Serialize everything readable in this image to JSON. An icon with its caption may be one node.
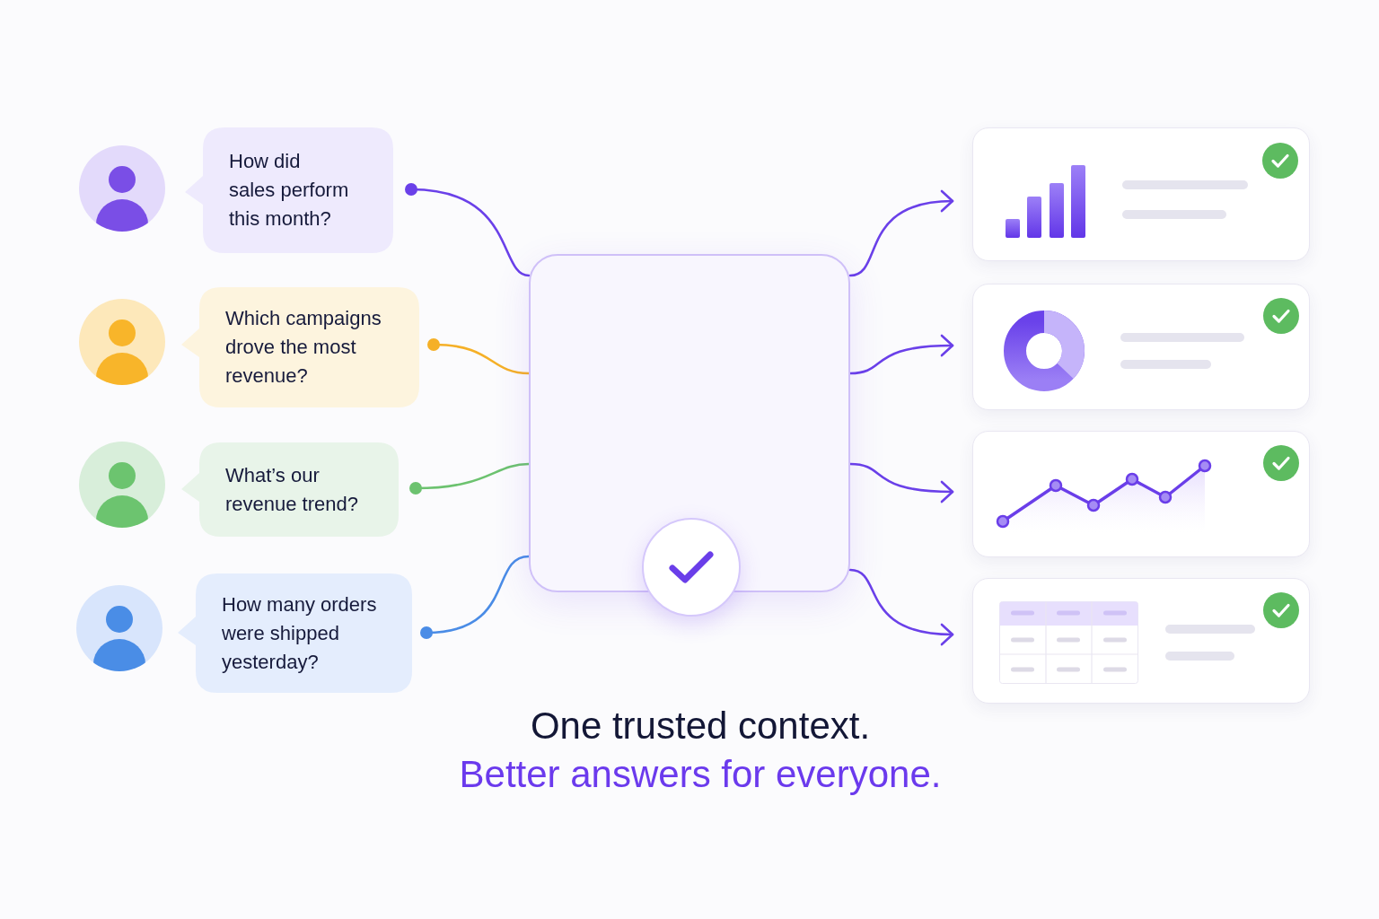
{
  "diagram": {
    "nodes": [
      {
        "text": [
          "How did sales perform this month?"
        ]
      },
      {
        "text": [
          "Which campaigns drove the most revenue?"
        ]
      },
      {
        "text": [
          "What’s our revenue trend?"
        ]
      },
      {
        "text": [
          "How many orders were shipped yesterday?"
        ]
      },
      {
        "text": [],
        "shape": "box"
      },
      {
        "text": [],
        "shape": "box"
      },
      {
        "text": [],
        "shape": "box"
      },
      {
        "text": [],
        "shape": "box"
      },
      {
        "text": [],
        "shape": "box"
      }
    ],
    "edges": [
      {
        "from": 0,
        "to": 4,
        "arrow": "other"
      },
      {
        "from": 1,
        "to": 4,
        "arrow": "other",
        "color": "#f5b027"
      },
      {
        "from": 2,
        "to": 4,
        "arrow": "other",
        "color": "#6cc26f"
      },
      {
        "from": 3,
        "to": 4,
        "arrow": "other",
        "color": "#4a8ce6"
      },
      {
        "from": 4,
        "to": 5,
        "arrow": "to"
      },
      {
        "from": 4,
        "to": 6,
        "arrow": "to"
      },
      {
        "from": 4,
        "to": 7,
        "arrow": "to"
      },
      {
        "from": 4,
        "to": 8,
        "arrow": "to"
      }
    ],
    "labels": [
      "One trusted context.",
      "Better answers for everyone."
    ]
  }
}
